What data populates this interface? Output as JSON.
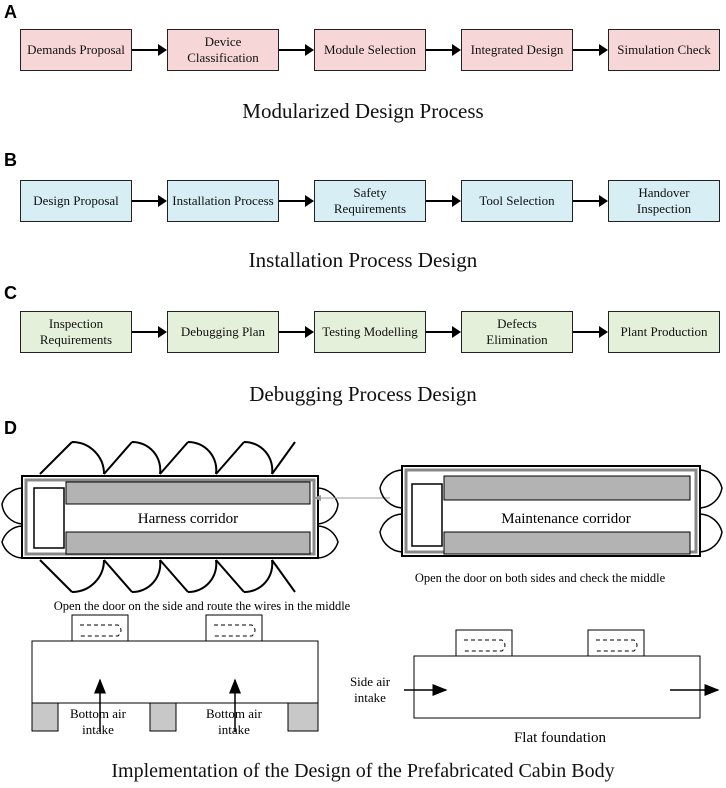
{
  "panels": {
    "a": {
      "letter": "A",
      "steps": [
        "Demands Proposal",
        "Device Classification",
        "Module Selection",
        "Integrated Design",
        "Simulation Check"
      ],
      "caption": "Modularized Design Process",
      "fill": "#f7d6d8"
    },
    "b": {
      "letter": "B",
      "steps": [
        "Design Proposal",
        "Installation Process",
        "Safety Requirements",
        "Tool Selection",
        "Handover Inspection"
      ],
      "caption": "Installation Process Design",
      "fill": "#d7eef5"
    },
    "c": {
      "letter": "C",
      "steps": [
        "Inspection Requirements",
        "Debugging Plan",
        "Testing Modelling",
        "Defects Elimination",
        "Plant Production"
      ],
      "caption": "Debugging Process Design",
      "fill": "#e4f0da"
    },
    "d": {
      "letter": "D",
      "harness_label": "Harness corridor",
      "maintenance_label": "Maintenance corridor",
      "harness_note": "Open the door on the side and route the wires in the middle",
      "maintenance_note": "Open the door on both sides and check the middle",
      "bottom_air_1_line1": "Bottom air",
      "bottom_air_1_line2": "intake",
      "bottom_air_2_line1": "Bottom air",
      "bottom_air_2_line2": "intake",
      "side_air_line1": "Side air",
      "side_air_line2": "intake",
      "flat_foundation": "Flat foundation",
      "caption": "Implementation of the Design of the Prefabricated Cabin Body"
    }
  }
}
